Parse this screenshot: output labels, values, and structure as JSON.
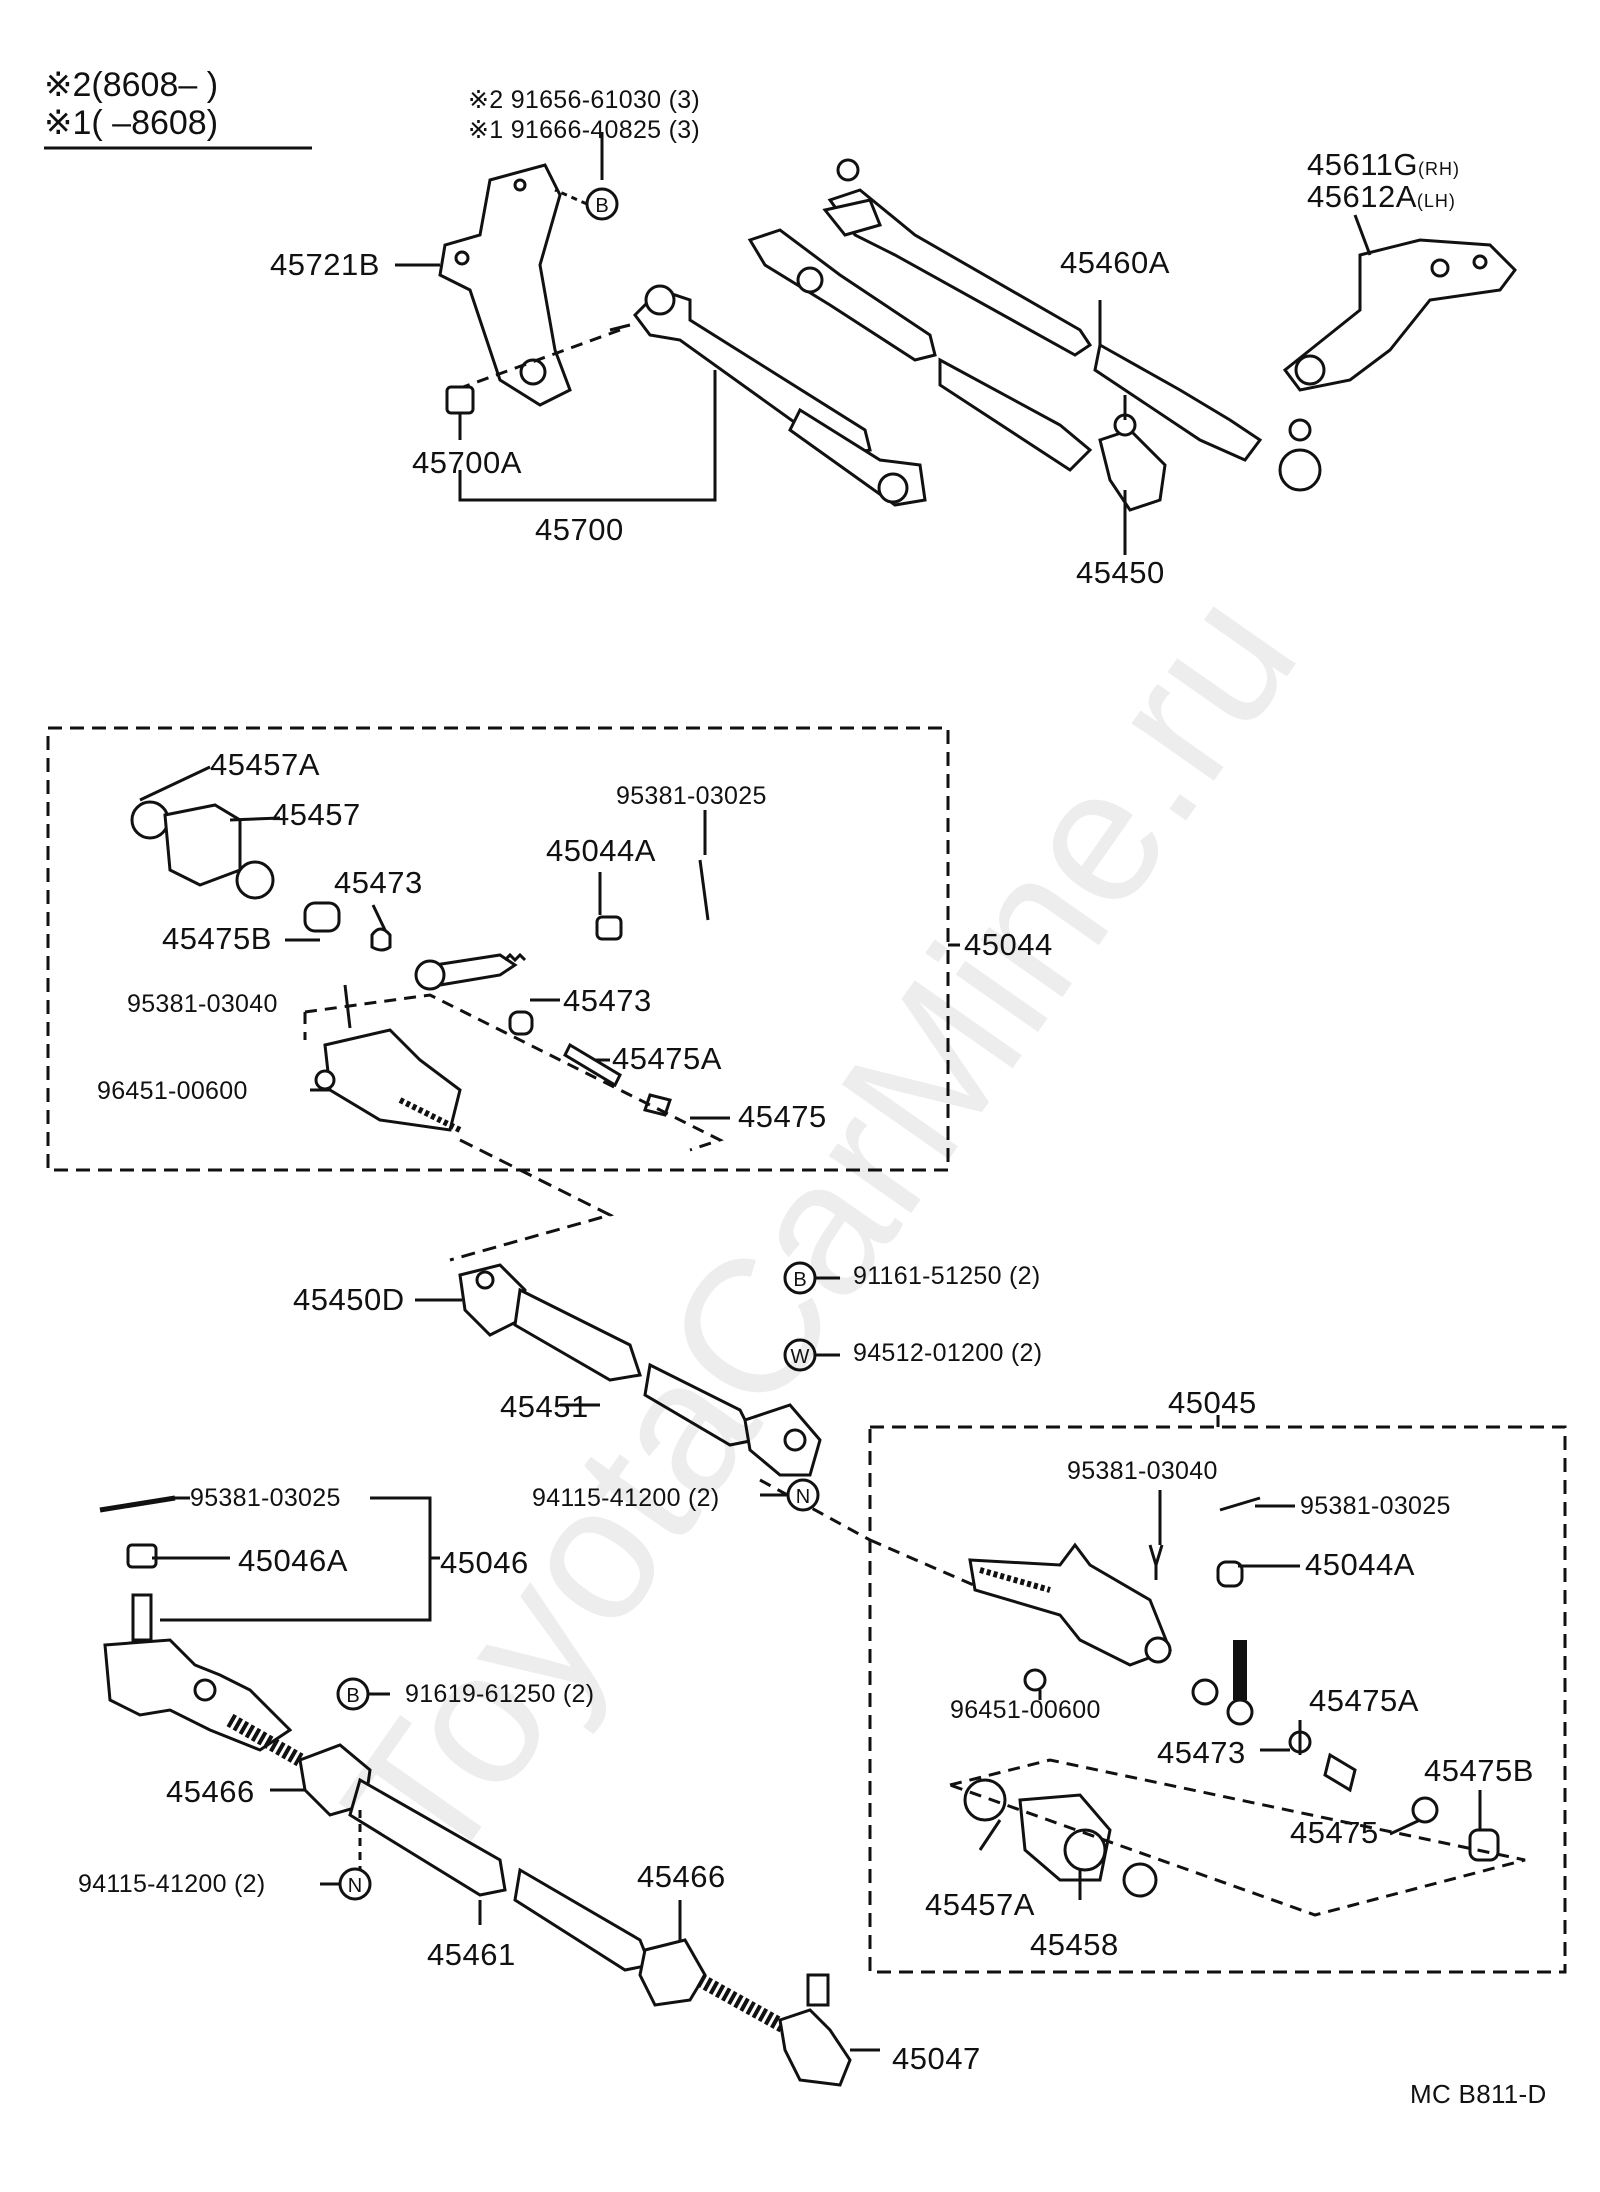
{
  "legend": {
    "line1": "※2(8608–          )",
    "line2": "※1(          –8608)"
  },
  "labels": {
    "l45721B": "45721B",
    "l45700A": "45700A",
    "l45700": "45700",
    "l45450": "45450",
    "l45460A": "45460A",
    "l45611G": "45611G",
    "rh": "(RH)",
    "l45612A": "45612A",
    "lh": "(LH)",
    "bolt1": "※2 91656-61030 (3)",
    "bolt2": "※1 91666-40825 (3)",
    "l45457A": "45457A",
    "l45457": "45457",
    "l45473a": "45473",
    "l45475B": "45475B",
    "l95381_03040": "95381-03040",
    "l96451": "96451-00600",
    "l45473b": "45473",
    "l45475A": "45475A",
    "l45475": "45475",
    "l45044A": "45044A",
    "l95381_03025": "95381-03025",
    "l45044": "45044",
    "l45450D": "45450D",
    "l45451": "45451",
    "b91161": "91161-51250 (2)",
    "w94512": "94512-01200 (2)",
    "n94115a": "94115-41200 (2)",
    "l45045": "45045",
    "r95381_03040": "95381-03040",
    "r95381_03025": "95381-03025",
    "r45044A": "45044A",
    "r96451": "96451-00600",
    "r45475A": "45475A",
    "r45473": "45473",
    "r45475B": "45475B",
    "r45475": "45475",
    "r45457A": "45457A",
    "r45458": "45458",
    "c95381": "95381-03025",
    "c45046A": "45046A",
    "c45046": "45046",
    "b91619": "91619-61250 (2)",
    "c45466a": "45466",
    "n94115b": "94115-41200 (2)",
    "c45461": "45461",
    "c45466b": "45466",
    "c45047": "45047",
    "code": "MC  B811-D",
    "watermark": "ToyotaCarMine.ru"
  },
  "symbols": {
    "B": "B",
    "W": "W",
    "N": "N"
  }
}
